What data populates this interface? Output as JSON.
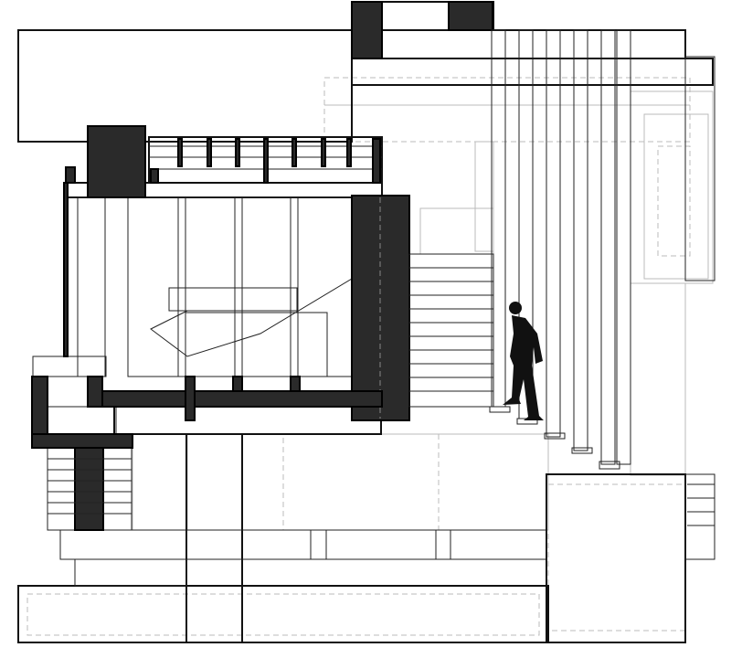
{
  "drawing": {
    "type": "architectural section",
    "colors": {
      "line": "#111111",
      "fill_dark": "#2a2a2a",
      "hidden_line": "#bbbbbb",
      "background": "#ffffff"
    },
    "stair_risers_main": 11,
    "columns": 6
  }
}
